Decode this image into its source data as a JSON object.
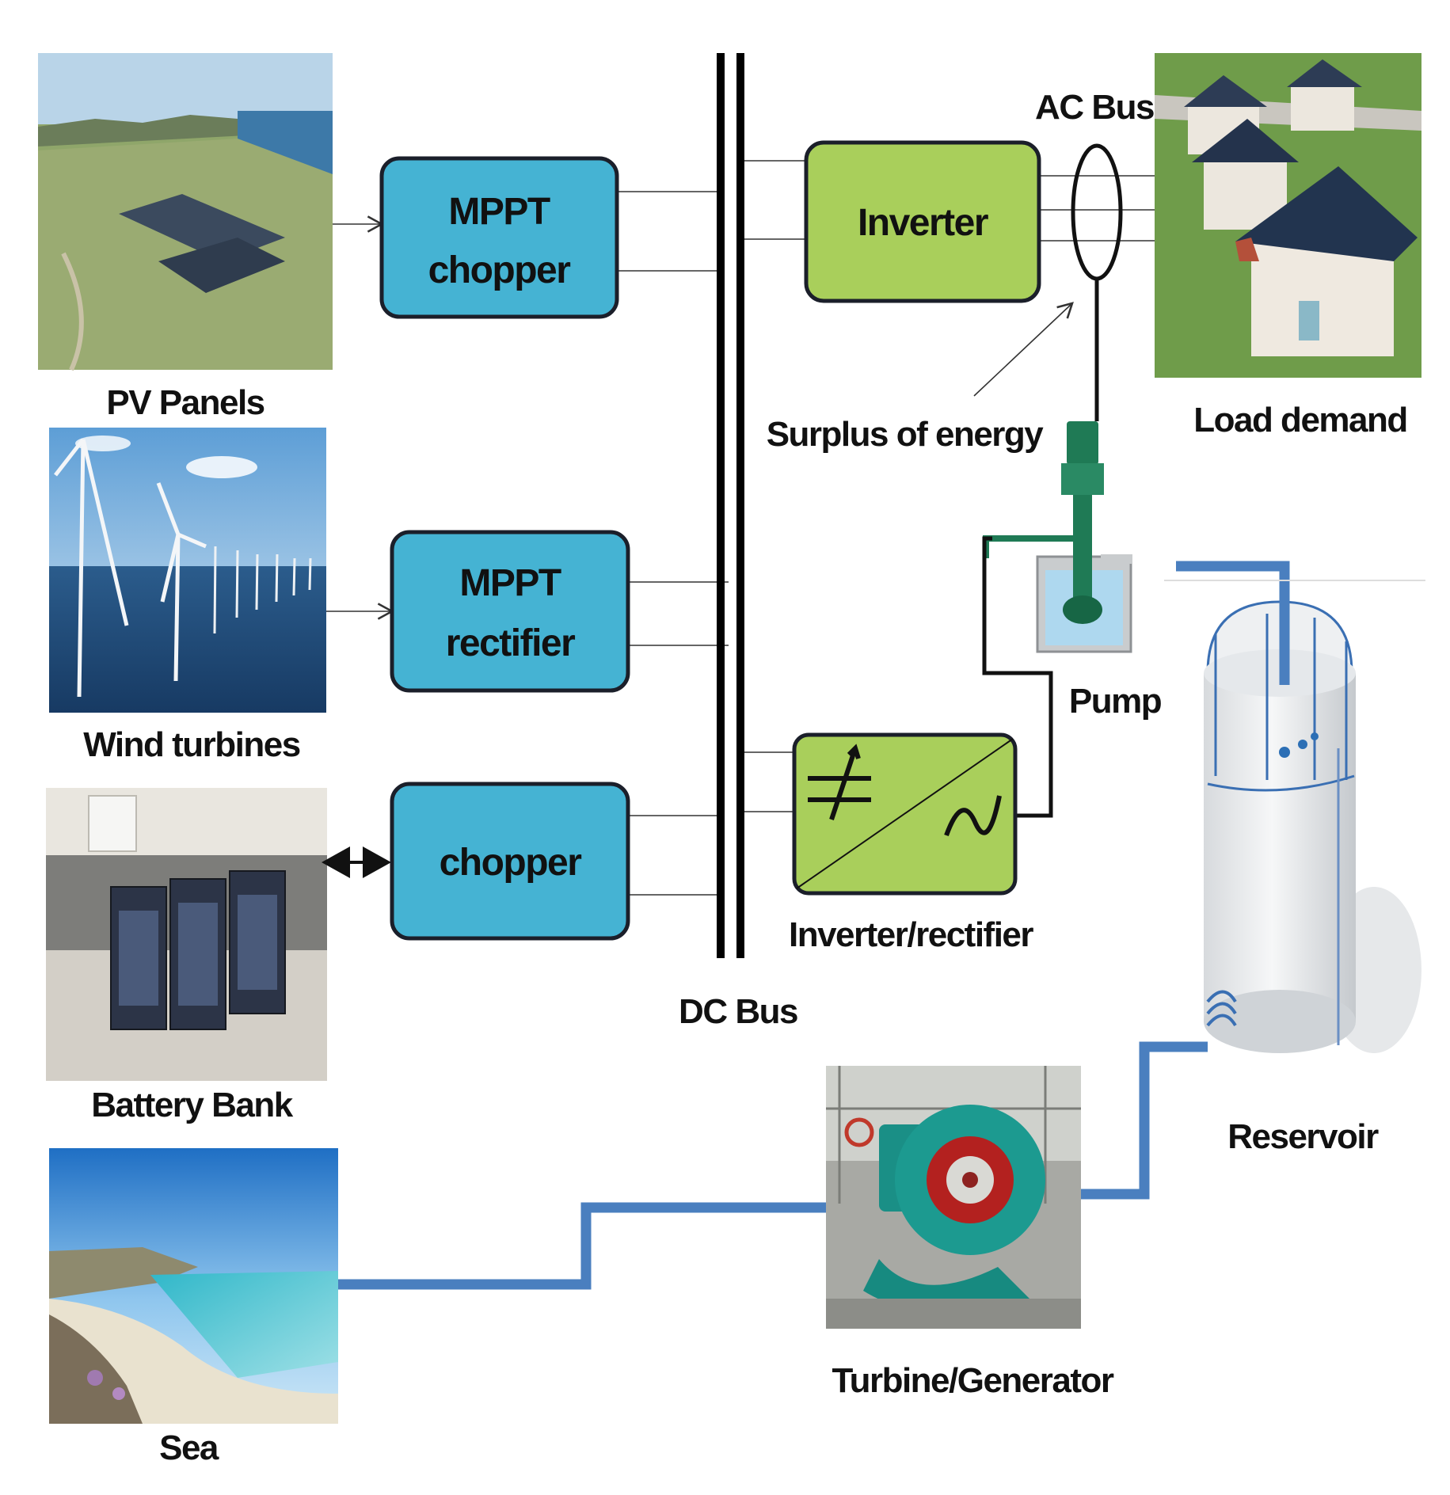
{
  "labels": {
    "pv_panels": "PV Panels",
    "wind_turbines": "Wind turbines",
    "battery_bank": "Battery Bank",
    "sea": "Sea",
    "dc_bus": "DC Bus",
    "ac_bus": "AC Bus",
    "surplus": "Surplus of energy",
    "load_demand": "Load demand",
    "pump": "Pump",
    "reservoir": "Reservoir",
    "turbine_generator": "Turbine/Generator",
    "inverter_rectifier": "Inverter/rectifier"
  },
  "blocks": {
    "mppt_chopper": {
      "line1": "MPPT",
      "line2": "chopper"
    },
    "mppt_rectifier": {
      "line1": "MPPT",
      "line2": "rectifier"
    },
    "chopper": {
      "line1": "chopper"
    },
    "inverter": {
      "line1": "Inverter"
    }
  },
  "colors": {
    "converter_blue": "#45b3d3",
    "inverter_green": "#a9cf5b",
    "water_pipe": "#4a7fbf",
    "pump_green": "#1f7a55"
  }
}
